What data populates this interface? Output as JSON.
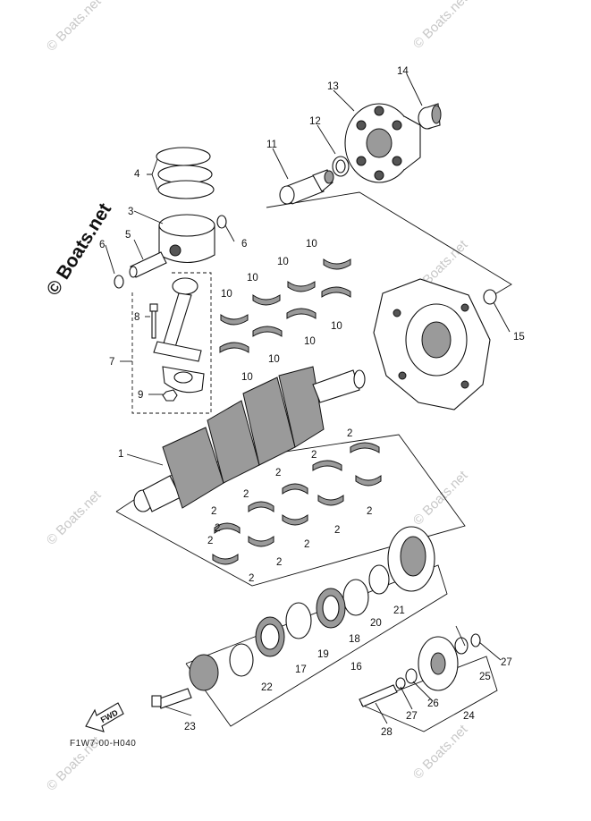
{
  "watermark": {
    "text": "© Boats.net",
    "main_text": "© Boats.net",
    "color": "#c8c8c8",
    "main_color": "#111111"
  },
  "fwd_label": "FWD",
  "diagram_code": "F1W7-00-H040",
  "callouts": [
    {
      "id": "c1",
      "text": "1"
    },
    {
      "id": "c2a",
      "text": "2"
    },
    {
      "id": "c2b",
      "text": "2"
    },
    {
      "id": "c2c",
      "text": "2"
    },
    {
      "id": "c2d",
      "text": "2"
    },
    {
      "id": "c2e",
      "text": "2"
    },
    {
      "id": "c2f",
      "text": "2"
    },
    {
      "id": "c2g",
      "text": "2"
    },
    {
      "id": "c2h",
      "text": "2"
    },
    {
      "id": "c2i",
      "text": "2"
    },
    {
      "id": "c2j",
      "text": "2"
    },
    {
      "id": "c2k",
      "text": "2"
    },
    {
      "id": "c2l",
      "text": "2"
    },
    {
      "id": "c3",
      "text": "3"
    },
    {
      "id": "c4",
      "text": "4"
    },
    {
      "id": "c5",
      "text": "5"
    },
    {
      "id": "c6a",
      "text": "6"
    },
    {
      "id": "c6b",
      "text": "6"
    },
    {
      "id": "c7",
      "text": "7"
    },
    {
      "id": "c8",
      "text": "8"
    },
    {
      "id": "c9",
      "text": "9"
    },
    {
      "id": "c10a",
      "text": "10"
    },
    {
      "id": "c10b",
      "text": "10"
    },
    {
      "id": "c10c",
      "text": "10"
    },
    {
      "id": "c10d",
      "text": "10"
    },
    {
      "id": "c10e",
      "text": "10"
    },
    {
      "id": "c10f",
      "text": "10"
    },
    {
      "id": "c10g",
      "text": "10"
    },
    {
      "id": "c10h",
      "text": "10"
    },
    {
      "id": "c11",
      "text": "11"
    },
    {
      "id": "c12",
      "text": "12"
    },
    {
      "id": "c13",
      "text": "13"
    },
    {
      "id": "c14",
      "text": "14"
    },
    {
      "id": "c15",
      "text": "15"
    },
    {
      "id": "c16",
      "text": "16"
    },
    {
      "id": "c17",
      "text": "17"
    },
    {
      "id": "c18",
      "text": "18"
    },
    {
      "id": "c19",
      "text": "19"
    },
    {
      "id": "c20",
      "text": "20"
    },
    {
      "id": "c21",
      "text": "21"
    },
    {
      "id": "c22",
      "text": "22"
    },
    {
      "id": "c23",
      "text": "23"
    },
    {
      "id": "c24",
      "text": "24"
    },
    {
      "id": "c25",
      "text": "25"
    },
    {
      "id": "c26",
      "text": "26"
    },
    {
      "id": "c27a",
      "text": "27"
    },
    {
      "id": "c27b",
      "text": "27"
    },
    {
      "id": "c28",
      "text": "28"
    }
  ]
}
